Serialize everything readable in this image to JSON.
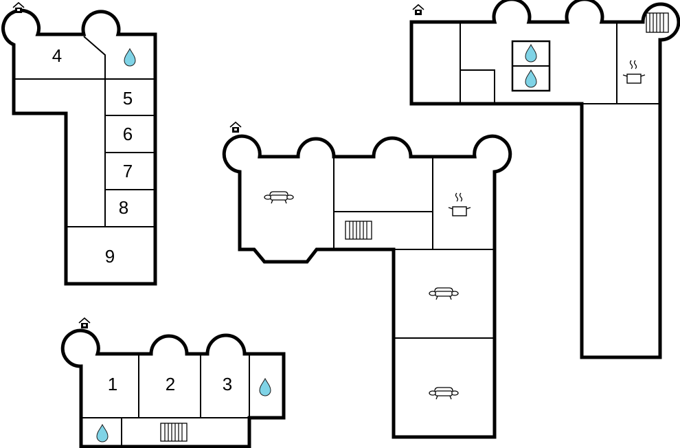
{
  "colors": {
    "wall": "#000000",
    "floor": "#ffffff",
    "water": "#7fd3e6",
    "water_outline": "#1a1a1a"
  },
  "icons": [
    "entrance-icon",
    "water-drop-icon",
    "radiator-icon",
    "sofa-icon",
    "cooking-pot-icon"
  ],
  "rooms": {
    "r1": "1",
    "r2": "2",
    "r3": "3",
    "r4": "4",
    "r5": "5",
    "r6": "6",
    "r7": "7",
    "r8": "8",
    "r9": "9"
  }
}
